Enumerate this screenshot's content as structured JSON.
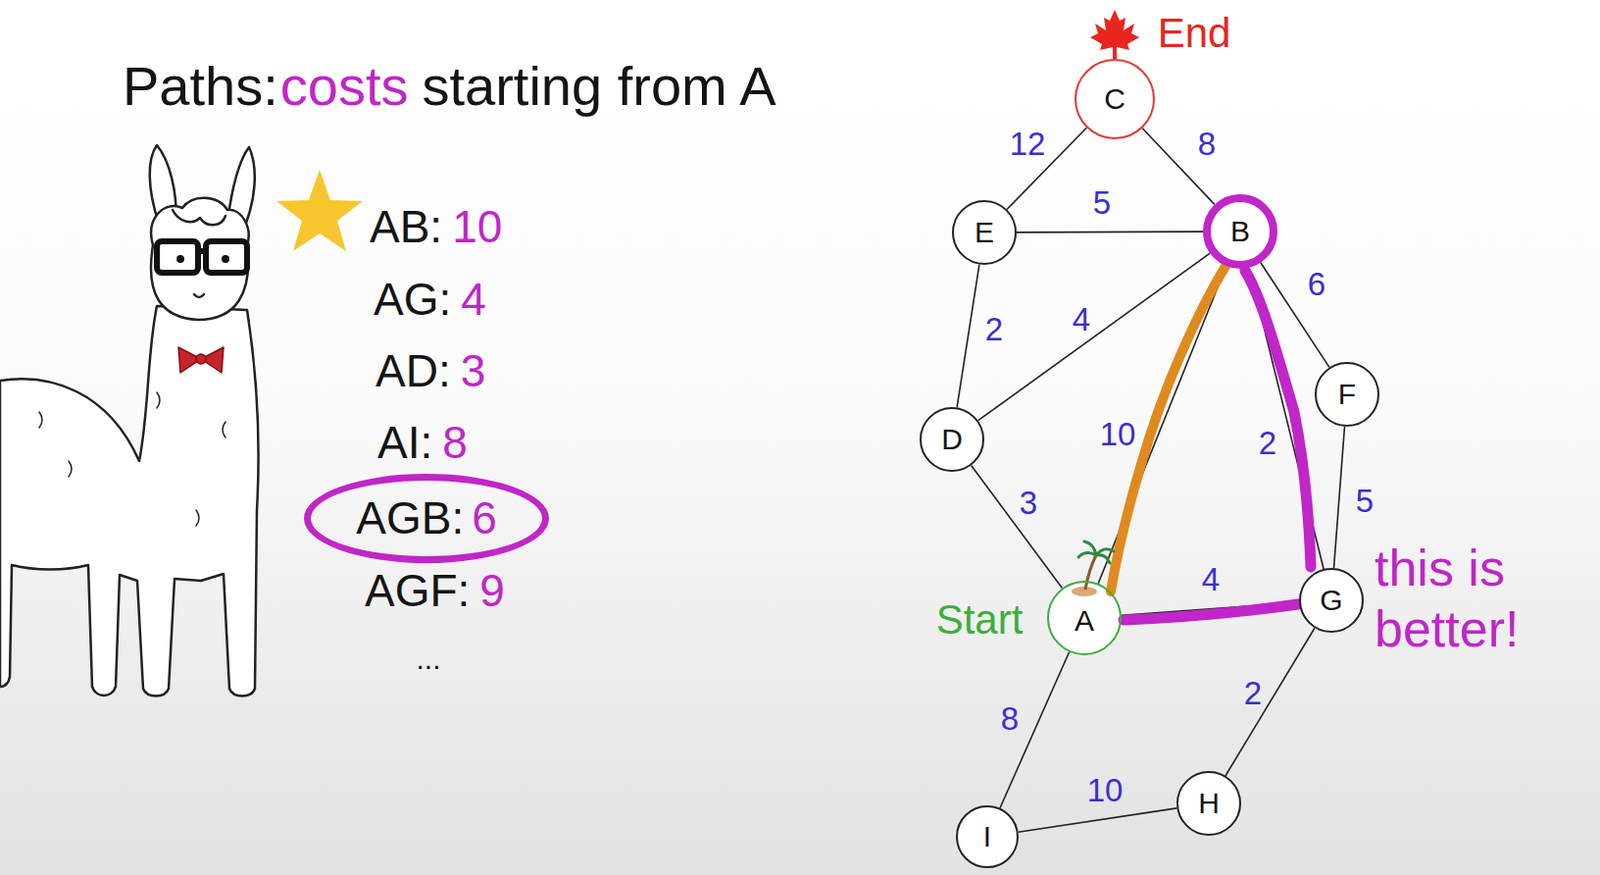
{
  "diagram": {
    "nodes": [
      {
        "text": [
          "AGB:",
          "6"
        ]
      },
      {
        "text": [
          "C"
        ]
      },
      {
        "text": [
          "E"
        ]
      },
      {
        "text": [
          "B"
        ]
      },
      {
        "text": [
          "D"
        ]
      },
      {
        "text": [
          "F"
        ]
      },
      {
        "text": [
          "A"
        ]
      },
      {
        "text": [
          "G"
        ]
      },
      {
        "text": [
          "H"
        ]
      },
      {
        "text": [
          "I"
        ]
      }
    ],
    "edges": [
      {
        "from": 1,
        "to": 2,
        "arrow": "none",
        "label": "12"
      },
      {
        "from": 1,
        "to": 3,
        "arrow": "none",
        "label": "8"
      },
      {
        "from": 2,
        "to": 3,
        "arrow": "none",
        "label": "5"
      },
      {
        "from": 2,
        "to": 4,
        "arrow": "none",
        "label": "2"
      },
      {
        "from": 4,
        "to": 3,
        "arrow": "none",
        "label": "4"
      },
      {
        "from": 3,
        "to": 5,
        "arrow": "none",
        "label": "6"
      },
      {
        "from": 6,
        "to": 3,
        "arrow": "none",
        "label": "10"
      },
      {
        "from": 3,
        "to": 7,
        "arrow": "none",
        "label": "2"
      },
      {
        "from": 5,
        "to": 7,
        "arrow": "none",
        "label": "5"
      },
      {
        "from": 4,
        "to": 6,
        "arrow": "none",
        "label": "3"
      },
      {
        "from": 6,
        "to": 7,
        "arrow": "none",
        "label": "4"
      },
      {
        "from": 6,
        "to": 9,
        "arrow": "none",
        "label": "8"
      },
      {
        "from": 7,
        "to": 8,
        "arrow": "none",
        "label": "2"
      },
      {
        "from": 9,
        "to": 8,
        "arrow": "none",
        "label": "10"
      }
    ],
    "labels": [
      "Paths:",
      "costs",
      "starting from A",
      "End",
      "AB:",
      "10",
      "AG:",
      "4",
      "AD:",
      "3",
      "AI:",
      "8",
      "AGF:",
      "9",
      "...",
      "Start",
      "this is better!"
    ]
  }
}
